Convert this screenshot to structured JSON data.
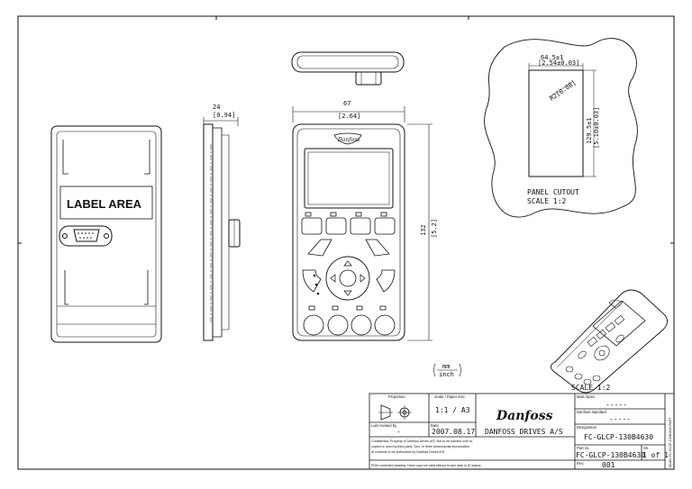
{
  "views": {
    "back": {
      "label_area": "LABEL AREA"
    },
    "side": {
      "dim_top_mm": "24",
      "dim_top_inch": "[0.94]"
    },
    "front": {
      "dim_width_mm": "67",
      "dim_width_inch": "[2.64]",
      "dim_height_mm": "132",
      "dim_height_inch": "[5.2]"
    },
    "cutout": {
      "dim_width": "64.5±1",
      "dim_width_inch": "[2.54±0.03]",
      "dim_radius": "R2[0.08]",
      "dim_height": "129.5±1",
      "dim_height_inch": "[5.10±0.03]",
      "title": "PANEL CUTOUT",
      "scale": "SCALE 1:2"
    },
    "iso": {
      "scale": "SCALE  1:2"
    }
  },
  "units": {
    "top": "mm",
    "bottom": "inch"
  },
  "title_block": {
    "projection_label": "Projection",
    "scale_label": "Scale / Paper size",
    "scale_value": "1:1 / A3",
    "last_revised_label": "Last revised by",
    "last_revised_value": "-",
    "date_label": "Date",
    "date_value": "2007.08.17",
    "company": "DANFOSS DRIVES A/S",
    "logo_text": "Danfoss",
    "material_label": "Matr./Spec.",
    "material_value": "-----",
    "standard_label": "Danfoss standard",
    "standard_value": "-----",
    "designation_label": "Designation",
    "designation_value": "FC-GLCP-130B4630",
    "partno_label": "Part no.",
    "partno_value": "FC-GLCP-130B4630",
    "sheet_value": "1 of 1",
    "sh_label": "Sh.",
    "rev_label": "Rev.",
    "rev_value": "001",
    "confidential": "Confidential: Property of Danfoss Drives A/S. Not to be handed over to,",
    "confidential2": "copied or used by third party. Two- or three dimensional reproduction",
    "confidential3": "of contents to be authorized by Danfoss Drives A/S.",
    "pdm_note": "PDM controlled drawing.  Hard copy not valid without frozen date in ID stamp.",
    "side_text": "Model: FC-GLCP-130B4630.PART"
  }
}
